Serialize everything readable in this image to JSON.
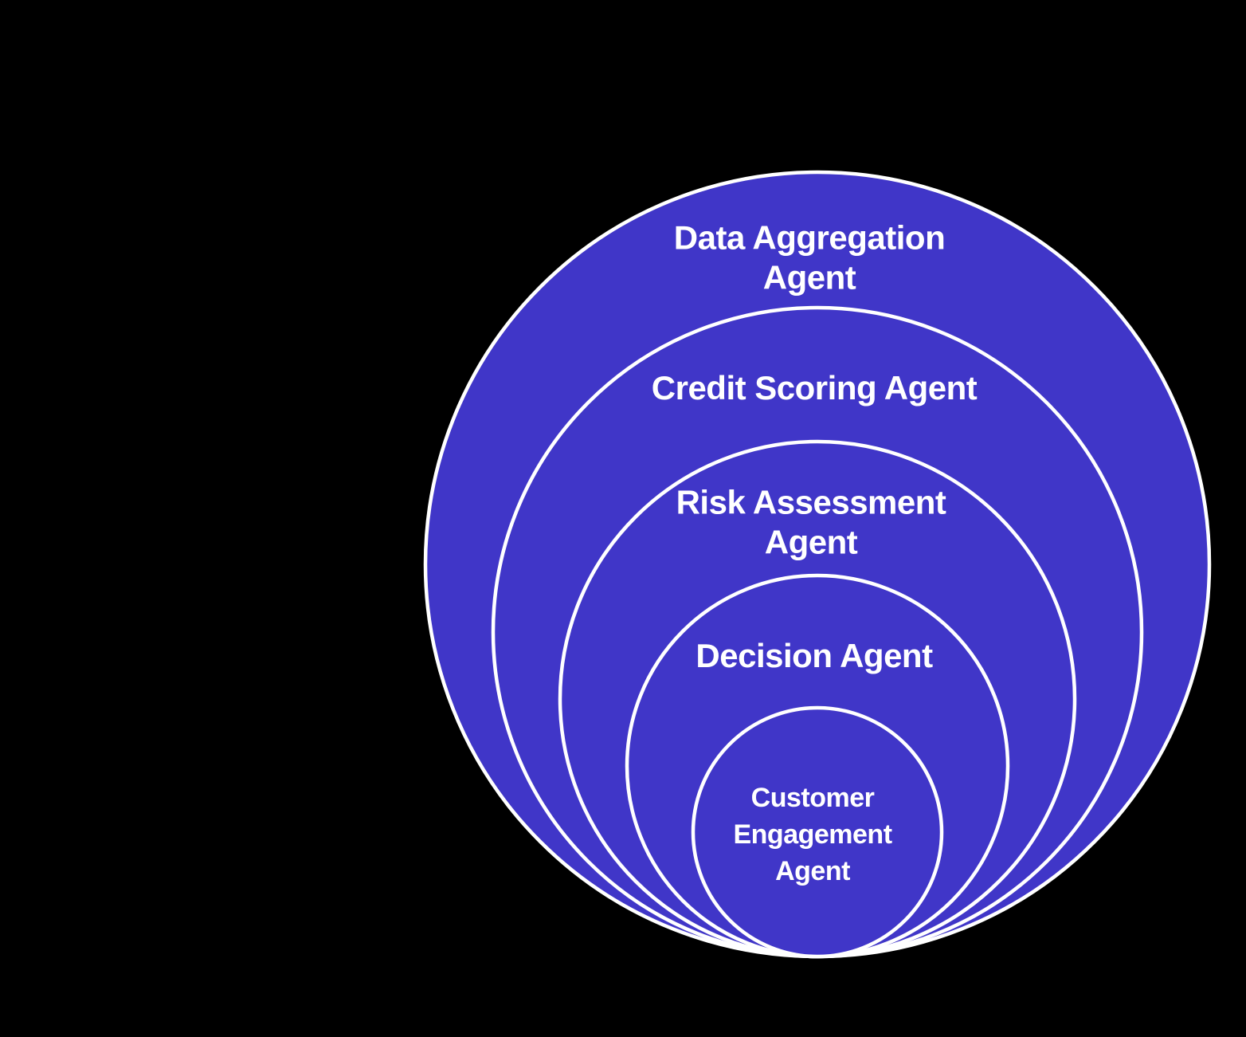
{
  "diagram": {
    "type": "nested-circles",
    "background": "#000000",
    "ring_fill": "#4036C8",
    "ring_stroke": "#FFFFFF",
    "label_color": "#FFFFFF",
    "rings": [
      {
        "label": "Data Aggregation\nAgent"
      },
      {
        "label": "Credit Scoring Agent"
      },
      {
        "label": "Risk Assessment\nAgent"
      },
      {
        "label": "Decision Agent"
      },
      {
        "label": "Customer\nEngagement\nAgent"
      }
    ]
  }
}
